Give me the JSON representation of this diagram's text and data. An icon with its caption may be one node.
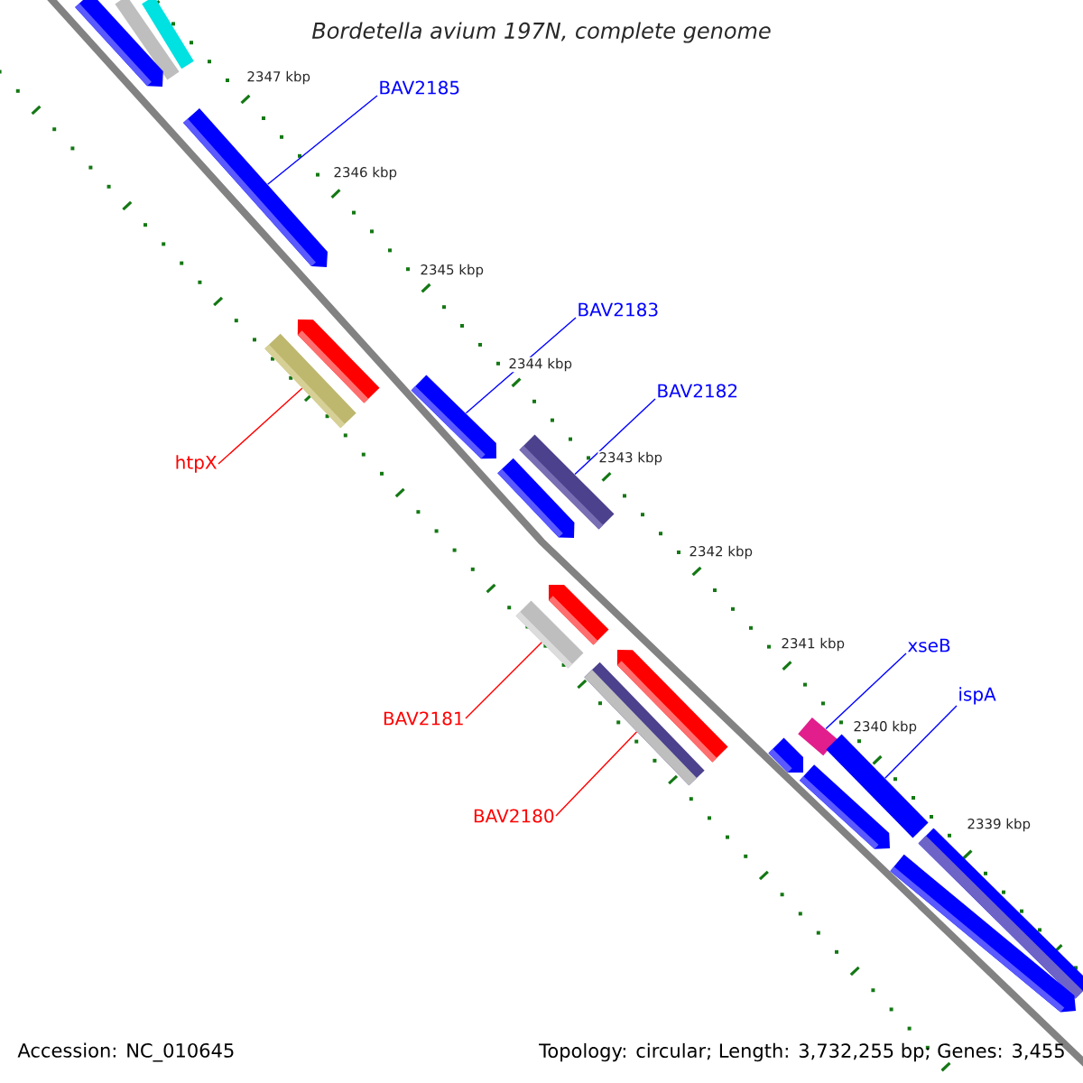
{
  "diagram": {
    "title": "Bordetella avium 197N, complete genome",
    "nodes": [
      {
        "text": [],
        "shape": "bar"
      },
      {
        "text": [],
        "shape": "bar"
      },
      {
        "text": [],
        "shape": "bar"
      },
      {
        "text": [
          "BAV2185"
        ]
      },
      {
        "text": [],
        "shape": "bar"
      },
      {
        "text": [],
        "shape": "bar"
      },
      {
        "text": [
          "htpX"
        ]
      },
      {
        "text": [],
        "shape": "bar"
      },
      {
        "text": [
          "BAV2183"
        ]
      },
      {
        "text": [],
        "shape": "bar"
      },
      {
        "text": [
          "BAV2182"
        ]
      },
      {
        "text": [],
        "shape": "bar"
      },
      {
        "text": [],
        "shape": "bar"
      },
      {
        "text": [],
        "shape": "bar"
      },
      {
        "text": [
          "BAV2181"
        ]
      },
      {
        "text": [],
        "shape": "bar"
      },
      {
        "text": [],
        "shape": "bar"
      },
      {
        "text": [
          "BAV2180"
        ]
      },
      {
        "text": [],
        "shape": "bar"
      },
      {
        "text": [
          "xseB"
        ]
      },
      {
        "text": [],
        "shape": "bar"
      },
      {
        "text": [],
        "shape": "bar"
      },
      {
        "text": [
          "ispA"
        ]
      },
      {
        "text": [],
        "shape": "bar"
      },
      {
        "text": [],
        "shape": "bar"
      },
      {
        "text": [],
        "shape": "bar"
      },
      {
        "text": [],
        "shape": "bar"
      }
    ],
    "edges": [
      {
        "from": 3,
        "to": 4,
        "arrow": "none"
      },
      {
        "from": 6,
        "to": 7,
        "arrow": "none",
        "color": "#ff0000"
      },
      {
        "from": 8,
        "to": 9,
        "arrow": "none"
      },
      {
        "from": 10,
        "to": 11,
        "arrow": "none"
      },
      {
        "from": 14,
        "to": 15,
        "arrow": "none",
        "color": "#ff0000"
      },
      {
        "from": 17,
        "to": 18,
        "arrow": "none",
        "color": "#ff0000"
      },
      {
        "from": 19,
        "to": 20,
        "arrow": "none"
      },
      {
        "from": 22,
        "to": 23,
        "arrow": "none"
      }
    ],
    "labels": [
      "2347 kbp",
      "2346 kbp",
      "2345 kbp",
      "2344 kbp",
      "2343 kbp",
      "2342 kbp",
      "2341 kbp",
      "2340 kbp",
      "2339 kbp",
      "Accession: NC_010645",
      "Topology: circular; Length: 3,732,255 bp; Genes: 3,455"
    ]
  }
}
